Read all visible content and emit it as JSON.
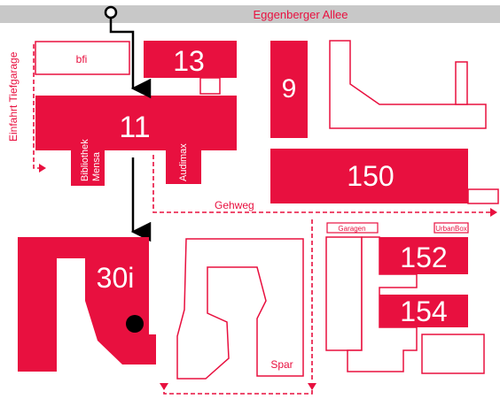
{
  "colors": {
    "brand_red": "#E8103F",
    "outline_red": "#E8103F",
    "street_gray": "#C8C8C8",
    "path_black": "#000000",
    "background": "#FFFFFF"
  },
  "street": {
    "name": "Eggenberger Allee"
  },
  "labels": {
    "tiefgarage": "Einfahrt Tiefgarage",
    "gehweg": "Gehweg",
    "bibliothek_line1": "Bibliothek",
    "bibliothek_line2": "Mensa",
    "audimax": "Audimax",
    "spar": "Spar",
    "garagen": "Garagen",
    "urbanbox": "UrbanBox"
  },
  "buildings": {
    "bfi": "bfi",
    "b13": "13",
    "b9": "9",
    "b11": "11",
    "b150": "150",
    "b30i": "30i",
    "b152": "152",
    "b154": "154"
  },
  "icons": {
    "start": "start-circle-icon",
    "destination": "destination-dot-icon",
    "arrows": "arrow-down-icon"
  }
}
